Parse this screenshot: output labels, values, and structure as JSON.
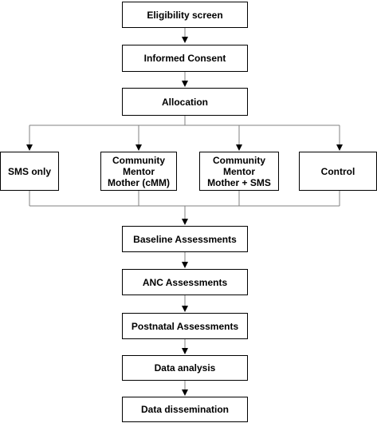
{
  "flow": {
    "eligibility": "Eligibility screen",
    "consent": "Informed Consent",
    "allocation": "Allocation",
    "arms": [
      "SMS only",
      "Community\nMentor\nMother (cMM)",
      "Community\nMentor\nMother + SMS",
      "Control"
    ],
    "baseline": "Baseline Assessments",
    "anc": "ANC Assessments",
    "postnatal": "Postnatal Assessments",
    "analysis": "Data analysis",
    "dissemination": "Data dissemination"
  },
  "colors": {
    "line": "#808080",
    "arrow": "#000000",
    "border": "#000000"
  }
}
